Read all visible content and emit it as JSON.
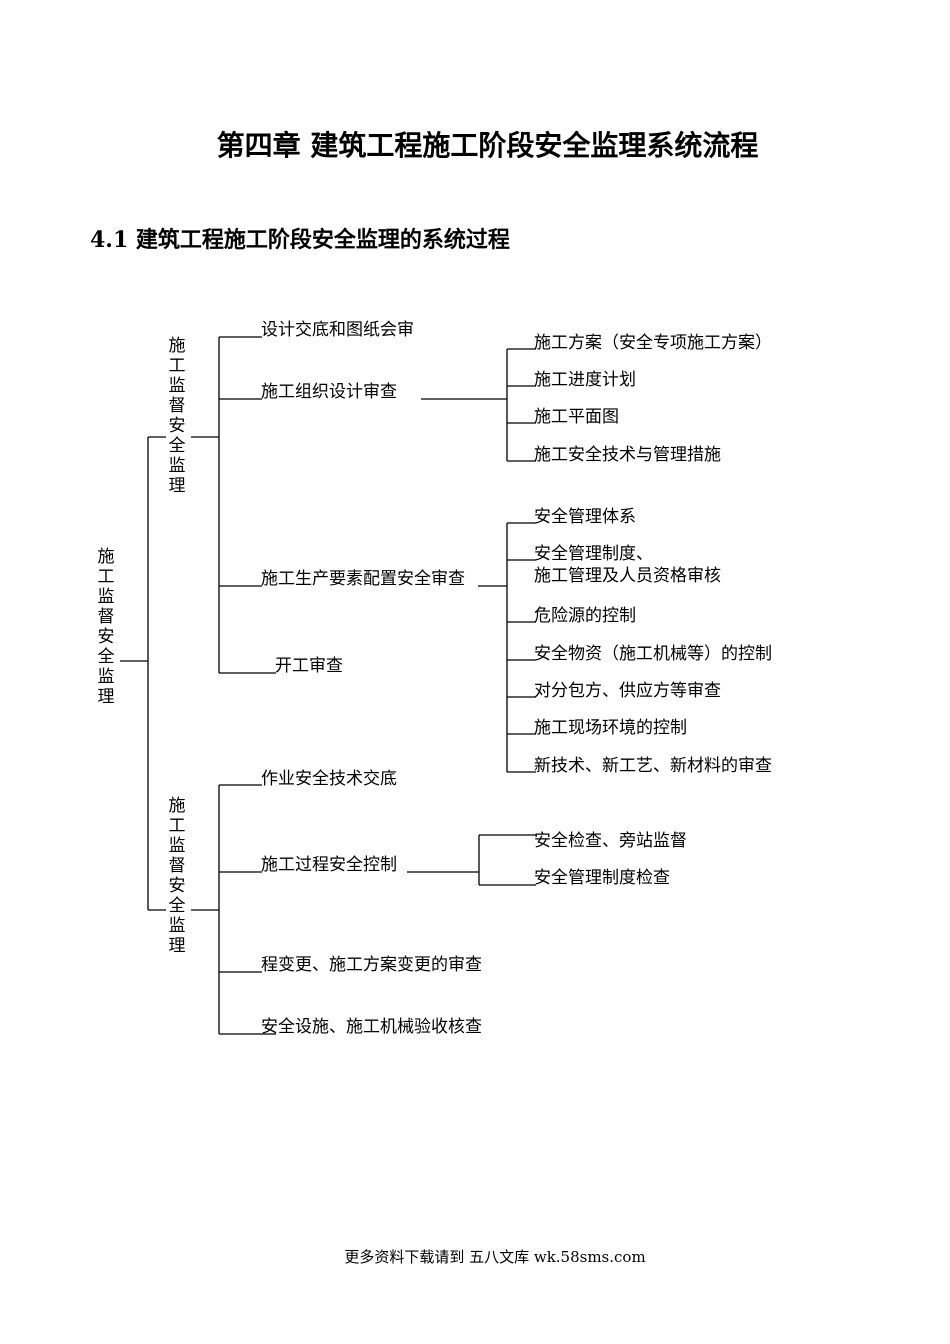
{
  "title": "第四章  建筑工程施工阶段安全监理系统流程",
  "section": "4.1 建筑工程施工阶段安全监理的系统过程",
  "tree": {
    "root": "施工监督安全监理",
    "branch1": {
      "label": "施工监督安全监理",
      "items": [
        "设计交底和图纸会审",
        "施工组织设计审查",
        "施工生产要素配置安全审查",
        "开工审查"
      ],
      "org_children": [
        "施工方案（安全专项施工方案）",
        "施工进度计划",
        "施工平面图",
        "施工安全技术与管理措施"
      ],
      "factor_children": [
        "安全管理体系",
        "安全管理制度、",
        "施工管理及人员资格审核",
        "危险源的控制",
        "安全物资（施工机械等）的控制",
        "对分包方、供应方等审查",
        "施工现场环境的控制",
        "新技术、新工艺、新材料的审查"
      ]
    },
    "branch2": {
      "label": "施工监督安全监理",
      "items": [
        "作业安全技术交底",
        "施工过程安全控制",
        "程变更、施工方案变更的审查",
        "安全设施、施工机械验收核查"
      ],
      "process_children": [
        "安全检查、旁站监督",
        "安全管理制度检查"
      ]
    }
  },
  "footer": "更多资料下载请到 五八文库 wk.58sms.com"
}
